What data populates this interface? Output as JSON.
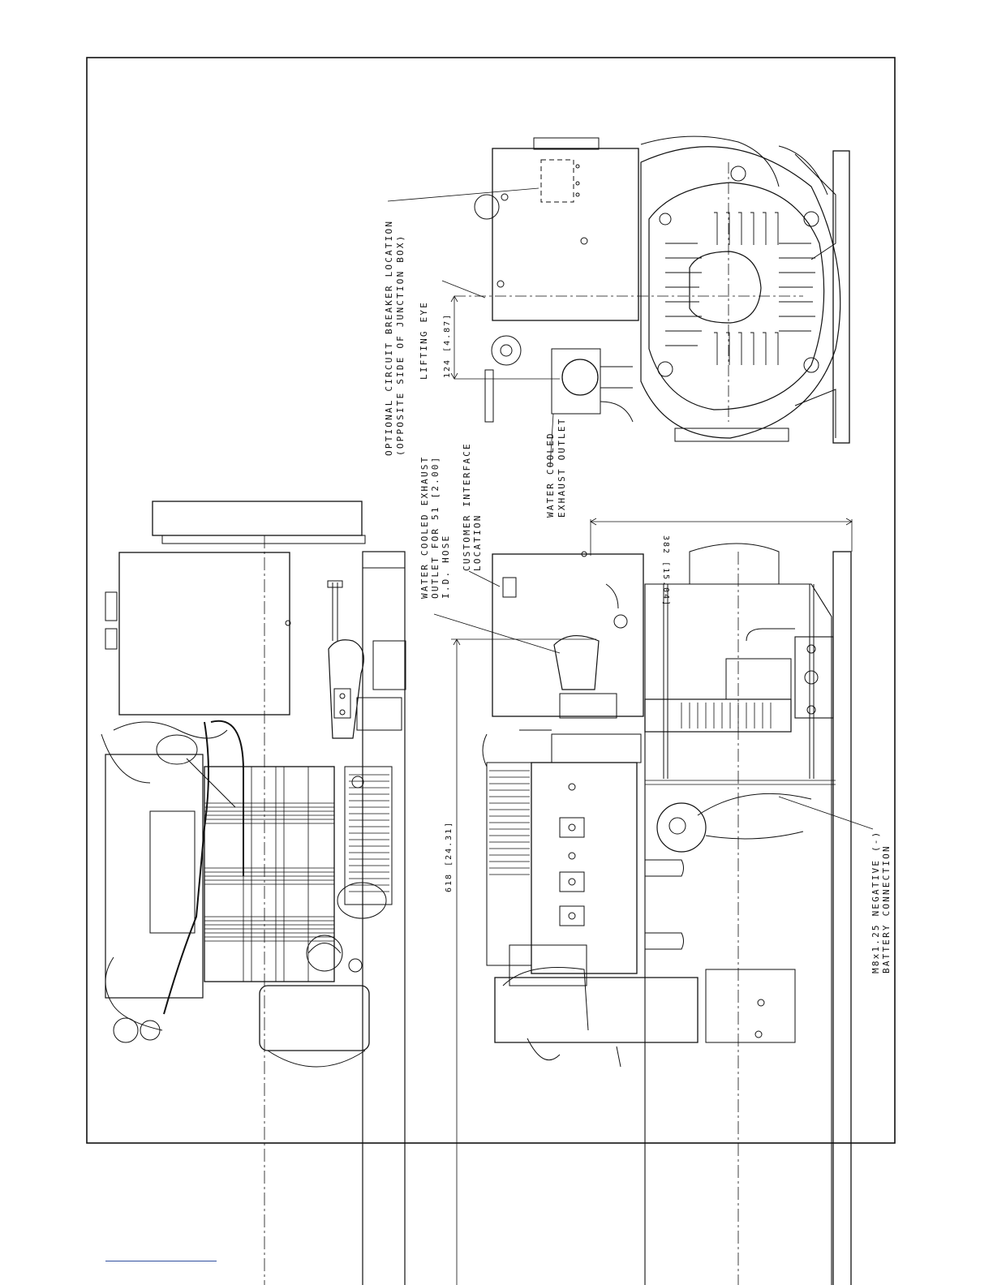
{
  "labels": {
    "breaker_line1": "OPTIONAL CIRCUIT BREAKER LOCATION",
    "breaker_line2": "(OPPOSITE SIDE OF JUNCTION BOX)",
    "lifting_eye": "LIFTING EYE",
    "dim_124": "124 [4.87]",
    "exhaust_top_line1": "WATER COOLED",
    "exhaust_top_line2": "EXHAUST OUTLET",
    "exhaust_line1": "WATER COOLED EXHAUST",
    "exhaust_line2": "OUTLET FOR 51 [2.00]",
    "exhaust_line3": "I.D. HOSE",
    "interface_line1": "CUSTOMER INTERFACE",
    "interface_line2": "LOCATION",
    "dim_382": "382 [15.04]",
    "dim_618": "618 [24.31]",
    "battery_line1": "M8x1.25 NEGATIVE (-)",
    "battery_line2": "BATTERY CONNECTION"
  },
  "colors": {
    "line": "#111111",
    "footer_rule": "#2f4f9f"
  }
}
